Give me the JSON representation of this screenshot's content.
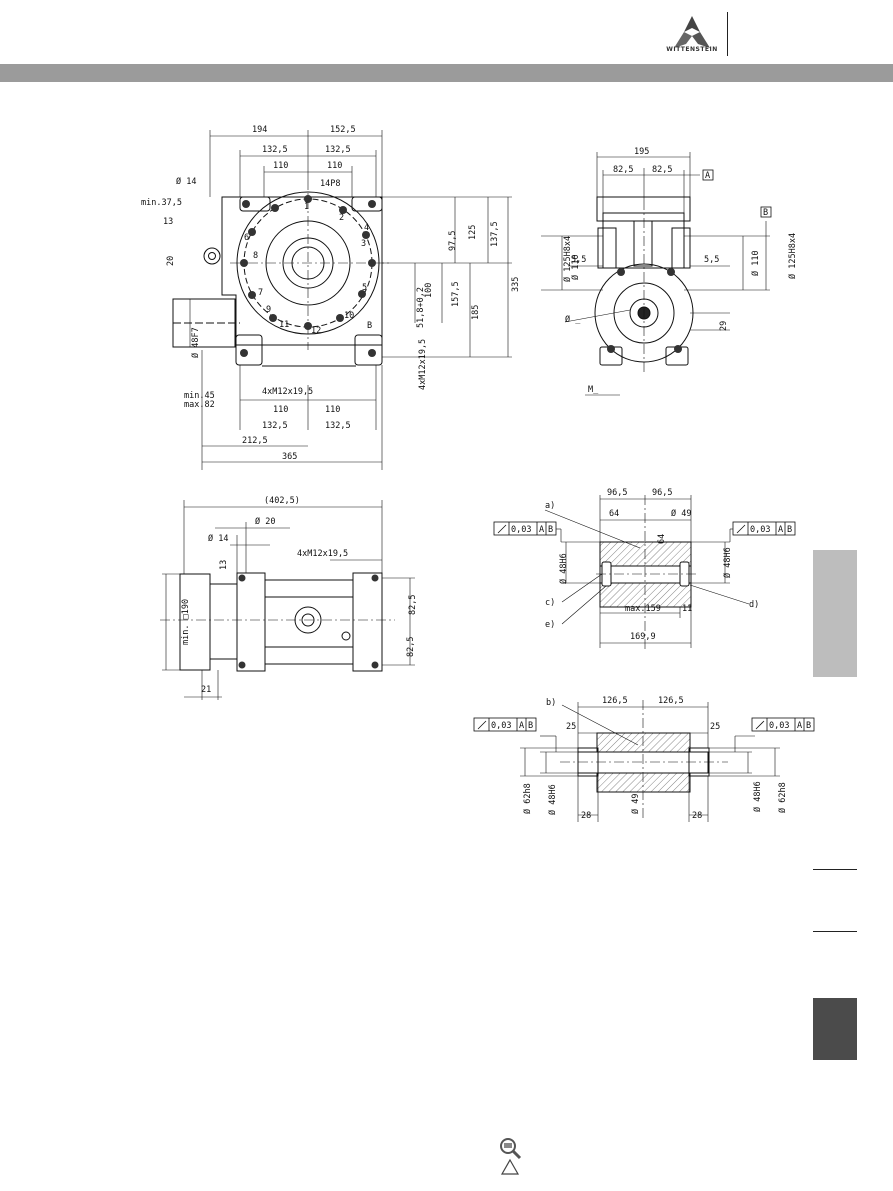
{
  "brand": {
    "name": "WITTENSTEIN"
  },
  "views": {
    "front": {
      "dims": [
        "194",
        "152,5",
        "132,5",
        "132,5",
        "110",
        "110",
        "14P8",
        "Ø 14",
        "min.37,5",
        "13",
        "20",
        "97,5",
        "125",
        "137,5",
        "335",
        "100",
        "157,5",
        "185",
        "51,8+0,2",
        "Ø 48F7",
        "4xM12x19,5",
        "4xM12x19,5",
        "min.45",
        "max.82",
        "110",
        "110",
        "132,5",
        "132,5",
        "212,5",
        "365"
      ],
      "markers": [
        "1",
        "2",
        "3",
        "4",
        "5",
        "6",
        "7",
        "8",
        "9",
        "10",
        "11",
        "12",
        "B"
      ]
    },
    "side": {
      "dims": [
        "195",
        "82,5",
        "82,5",
        "Ø 125H8x4",
        "Ø 110",
        "5,5",
        "5,5",
        "Ø 110",
        "Ø 125H8x4",
        "Ø _",
        "29",
        "M_"
      ],
      "datums": [
        "A",
        "B"
      ]
    },
    "bottom": {
      "dims": [
        "(402,5)",
        "Ø 20",
        "Ø 14",
        "4xM12x19,5",
        "13",
        "min. □190",
        "82,5",
        "82,5",
        "21"
      ]
    },
    "shaft_a": {
      "dims": [
        "96,5",
        "96,5",
        "64",
        "Ø 49",
        "64",
        "Ø 48H6",
        "Ø 48H6",
        "max.159",
        "11",
        "169,9"
      ],
      "tolerance": "0,03",
      "datums": [
        "A",
        "B"
      ],
      "callouts": [
        "a)",
        "c)",
        "e)",
        "d)"
      ]
    },
    "shaft_b": {
      "dims": [
        "126,5",
        "126,5",
        "25",
        "25",
        "Ø 62h8",
        "Ø 48H6",
        "28",
        "Ø 49",
        "28",
        "Ø 48H6",
        "Ø 62h8"
      ],
      "tolerance": "0,03",
      "datums": [
        "A",
        "B"
      ],
      "callouts": [
        "b)"
      ]
    }
  },
  "icons": {
    "logo": "wittenstein-logo-icon",
    "footer": "magnifier-warning-icon"
  },
  "colors": {
    "band": "#9b9b9b",
    "tab_light": "#bdbdbd",
    "tab_dark": "#4b4b4b"
  }
}
